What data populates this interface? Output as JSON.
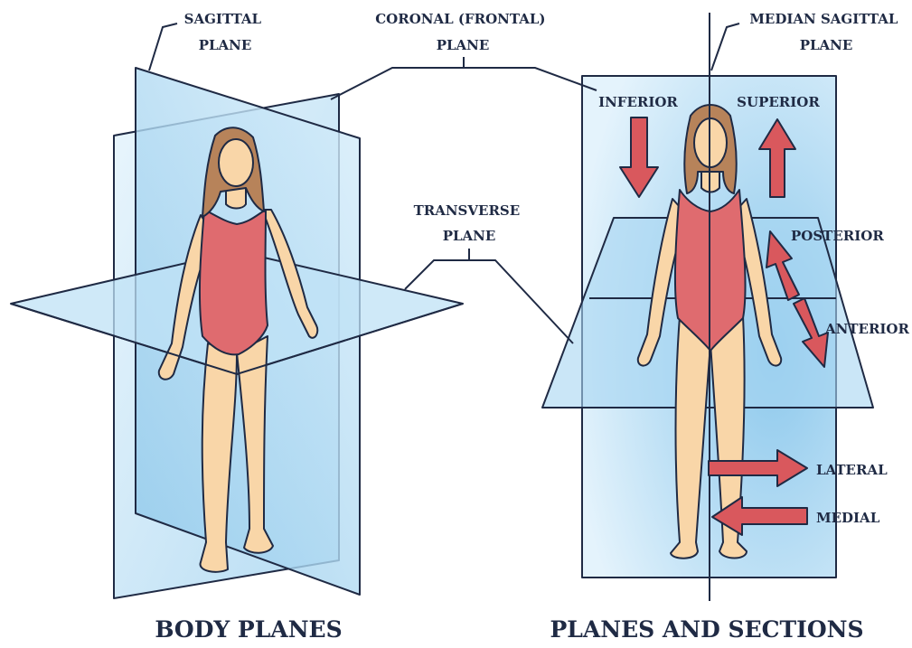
{
  "labels": {
    "sagittal": [
      "SAGITTAL",
      "PLANE"
    ],
    "coronal": [
      "CORONAL (FRONTAL)",
      "PLANE"
    ],
    "median_sagittal": [
      "MEDIAN SAGITTAL",
      "PLANE"
    ],
    "transverse": [
      "TRANSVERSE",
      "PLANE"
    ],
    "inferior": "INFERIOR",
    "superior": "SUPERIOR",
    "posterior": "POSTERIOR",
    "anterior": "ANTERIOR",
    "lateral": "LATERAL",
    "medial": "MEDIAL"
  },
  "titles": {
    "left": "BODY PLANES",
    "right": "PLANES AND SECTIONS"
  },
  "colors": {
    "plane": "#cfe8f7",
    "plane_dark": "#8fc8ea",
    "outline": "#1f2a44",
    "arrow": "#d9585d",
    "swimsuit": "#df6b6f",
    "skin": "#f9d6a8",
    "hair": "#b7835a"
  }
}
